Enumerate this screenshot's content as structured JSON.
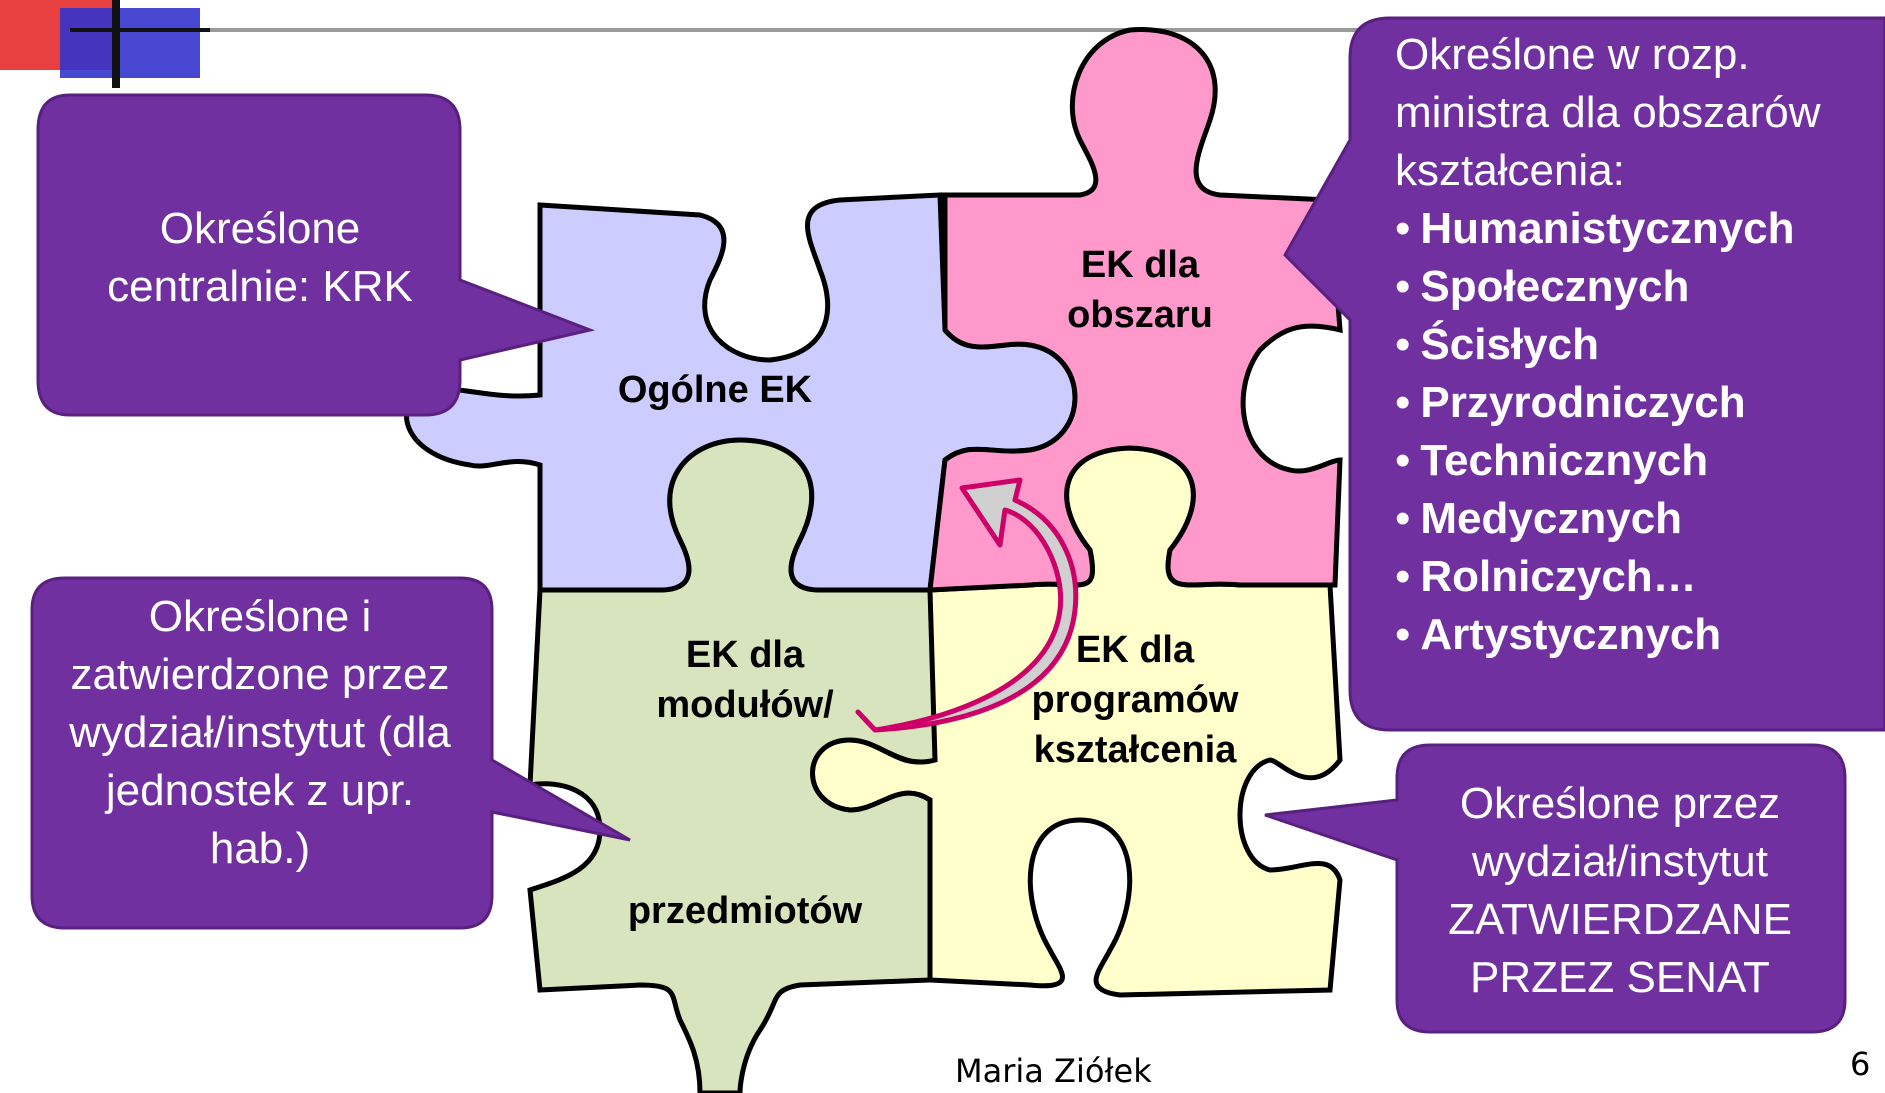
{
  "slide": {
    "author": "Maria Ziółek",
    "page_number": "6"
  },
  "callouts": {
    "top_left": "Określone centralnie: KRK",
    "bottom_left": "Określone i zatwierdzone przez wydział/instytut (dla jednostek z upr. hab.)",
    "bottom_right": "Określone przez wydział/instytut ZATWIERDZANE PRZEZ SENAT",
    "top_right": {
      "heading": "Określone w rozp. ministra dla obszarów kształcenia:",
      "items": [
        "Humanistycznych",
        "Społecznych",
        "Ścisłych",
        "Przyrodniczych",
        "Technicznych",
        "Medycznych",
        "Rolniczych…",
        "Artystycznych"
      ]
    }
  },
  "pieces": {
    "general": "Ogólne EK",
    "area": "EK dla obszaru",
    "modules": "EK dla modułów/",
    "modules_2": "przedmiotów",
    "programs": "EK dla programów kształcenia"
  },
  "colors": {
    "callout": "#7030A0",
    "piece_general": "#CCCCFF",
    "piece_area": "#FF99CC",
    "piece_modules": "#D7E4BD",
    "piece_programs": "#FFFFCC",
    "arrow_stroke": "#CC0066",
    "arrow_fill": "#D0D0D0"
  }
}
